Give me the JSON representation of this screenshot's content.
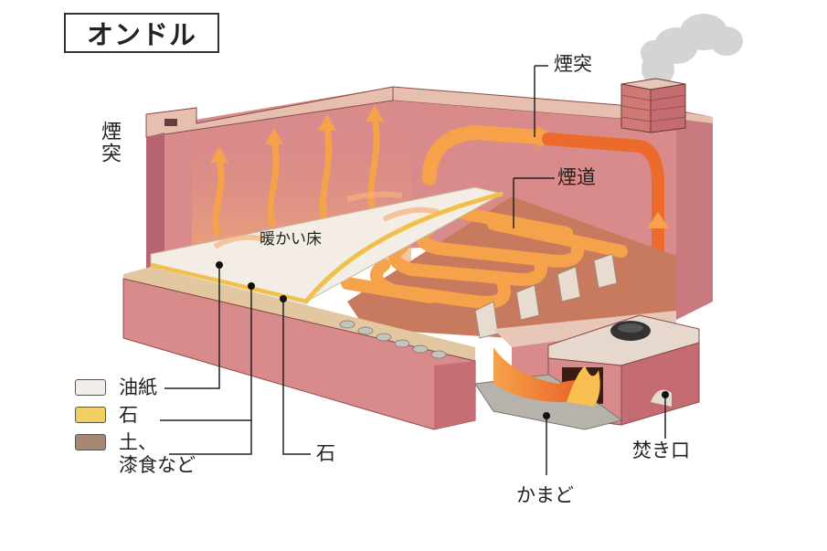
{
  "title": "オンドル",
  "labels": {
    "chimney_left": "煙突",
    "chimney_right": "煙突",
    "flue": "煙道",
    "warm_floor": "暖かい床",
    "stone_bottom": "石",
    "kamado": "かまど",
    "fire_opening": "焚き口"
  },
  "legend": [
    {
      "label": "油紙",
      "color": "#f3eeea"
    },
    {
      "label": "石",
      "color": "#f1cf62"
    },
    {
      "label": "土、\n漆食など",
      "label_line1": "土、",
      "label_line2": "漆食など",
      "color": "#a48873"
    }
  ],
  "colors": {
    "wall": "#d88a8a",
    "wall_dark": "#b86a6e",
    "wall_top": "#e9c9b8",
    "flame": "#f07a2a",
    "arrow": "#f5a04a",
    "floor": "#f4ede6",
    "stone_layer": "#f1cf62",
    "soil": "#e3c9a0",
    "smoke": "#cfcfcf"
  }
}
